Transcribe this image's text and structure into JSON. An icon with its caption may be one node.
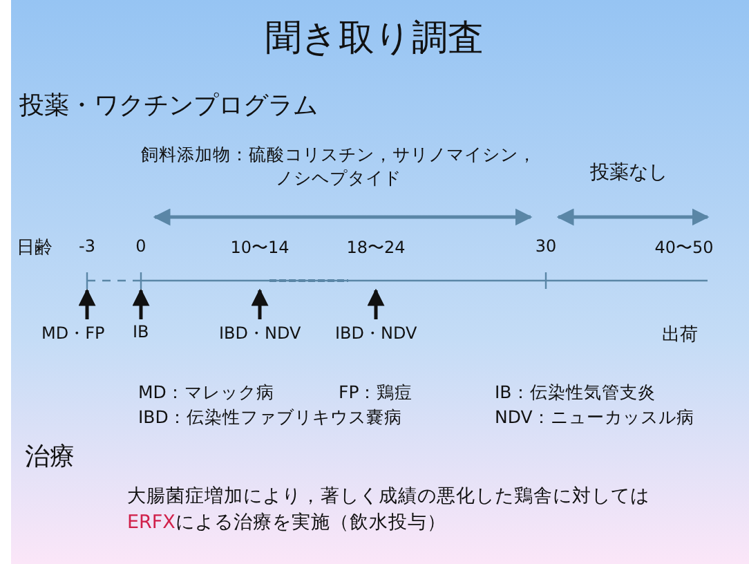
{
  "diagram": {
    "title": "聞き取り調査",
    "nodes": [
      {
        "text": [
          "MD・FP"
        ]
      },
      {
        "text": [
          "IB"
        ]
      },
      {
        "text": [
          "IBD・NDV"
        ]
      },
      {
        "text": [
          "IBD・NDV"
        ]
      },
      {
        "text": [],
        "shape": "line"
      }
    ],
    "edges": [
      {
        "from": 0,
        "to": 4,
        "arrow": "to"
      },
      {
        "from": 1,
        "to": 4,
        "arrow": "to"
      },
      {
        "from": 2,
        "to": 4,
        "arrow": "to"
      },
      {
        "from": 3,
        "to": 4,
        "arrow": "to"
      }
    ],
    "labels": [
      "投薬・ワクチンプログラム",
      "飼料添加物：硫酸コリスチン，サリノマイシン，ノシヘプタイド",
      "投薬なし",
      "日齢",
      "-3",
      "0",
      "10〜14",
      "18〜24",
      "30",
      "40〜50",
      "出荷",
      "MD：マレック病",
      "FP：鶏痘",
      "IB：伝染性気管支炎",
      "IBD：伝染性ファブリキウス嚢病",
      "NDV：ニューカッスル病",
      "治療",
      "大腸菌症増加により，著しく成績の悪化した鶏舎に対しては",
      "ERFX",
      "による治療を実施（飲水投与）"
    ]
  }
}
